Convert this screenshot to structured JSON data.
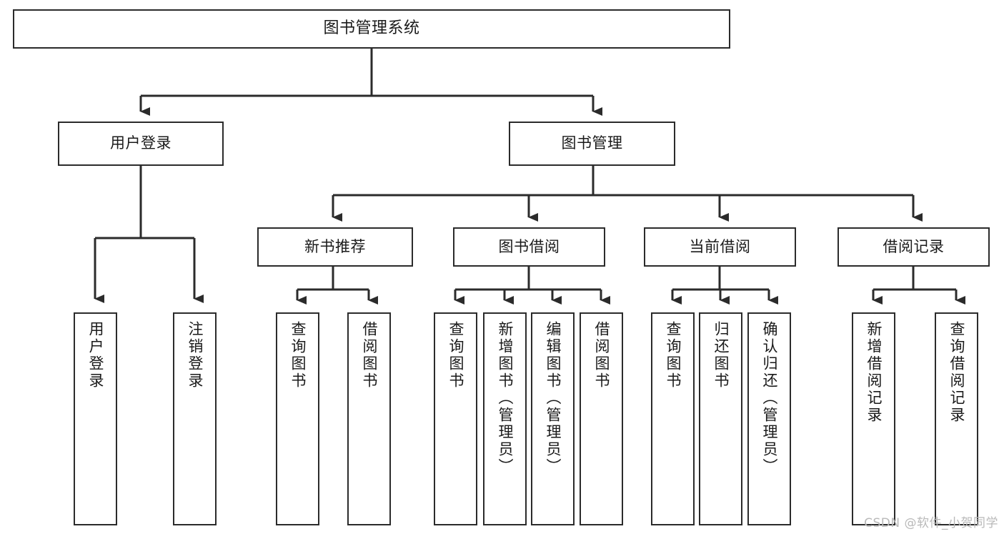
{
  "diagram": {
    "type": "tree-hierarchy-chart",
    "title": "图书管理系统",
    "colors": {
      "stroke": "#2b2b2b",
      "fill": "#ffffff",
      "text": "#1a1a1a",
      "watermark": "#b9b9b9"
    },
    "root": {
      "label": "图书管理系统",
      "orientation": "horizontal"
    },
    "level2": [
      {
        "label": "用户登录",
        "orientation": "horizontal"
      },
      {
        "label": "图书管理",
        "orientation": "horizontal"
      }
    ],
    "level3": [
      {
        "label": "新书推荐",
        "orientation": "horizontal",
        "parent": "图书管理"
      },
      {
        "label": "图书借阅",
        "orientation": "horizontal",
        "parent": "图书管理"
      },
      {
        "label": "当前借阅",
        "orientation": "horizontal",
        "parent": "图书管理"
      },
      {
        "label": "借阅记录",
        "orientation": "horizontal",
        "parent": "图书管理"
      }
    ],
    "leaves": {
      "user_login": [
        {
          "label": "用户登录",
          "orientation": "vertical"
        },
        {
          "label": "注销登录",
          "orientation": "vertical"
        }
      ],
      "new_book_recommend": [
        {
          "label": "查询图书",
          "orientation": "vertical"
        },
        {
          "label": "借阅图书",
          "orientation": "vertical"
        }
      ],
      "book_borrow": [
        {
          "label": "查询图书",
          "orientation": "vertical"
        },
        {
          "label": "新增图书（管理员）",
          "orientation": "vertical"
        },
        {
          "label": "编辑图书（管理员）",
          "orientation": "vertical"
        },
        {
          "label": "借阅图书",
          "orientation": "vertical"
        }
      ],
      "current_borrow": [
        {
          "label": "查询图书",
          "orientation": "vertical"
        },
        {
          "label": "归还图书",
          "orientation": "vertical"
        },
        {
          "label": "确认归还（管理员）",
          "orientation": "vertical"
        }
      ],
      "borrow_record": [
        {
          "label": "新增借阅记录",
          "orientation": "vertical"
        },
        {
          "label": "查询借阅记录",
          "orientation": "vertical"
        }
      ]
    }
  },
  "watermark": {
    "text": "CSDN @软件_小贺同学"
  }
}
